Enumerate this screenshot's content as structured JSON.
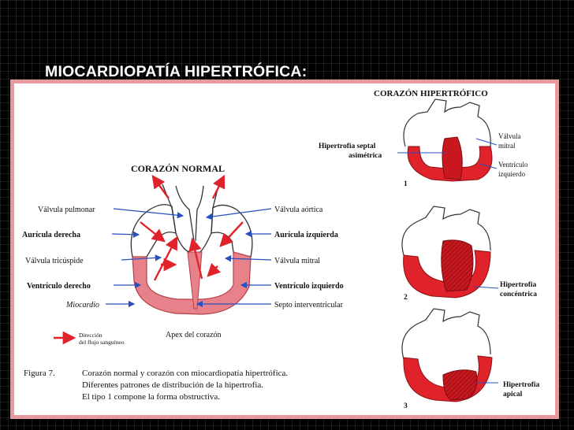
{
  "slide_title": "MIOCARDIOPATÍA HIPERTRÓFICA:",
  "normal": {
    "title": "CORAZÓN NORMAL",
    "labels_left": [
      "Válvula pulmonar",
      "Aurícula derecha",
      "Válvula tricúspide",
      "Ventrículo derecho",
      "Miocardio"
    ],
    "labels_right": [
      "Válvula aórtica",
      "Aurícula izquierda",
      "Válvula mitral",
      "Ventrículo izquierdo",
      "Septo interventricular"
    ],
    "apex": "Apex del corazón"
  },
  "legend": {
    "line1": "Dirección",
    "line2": "del flujo sanguíneo"
  },
  "caption": {
    "label": "Figura 7.",
    "line1": "Corazón normal y corazón con miocardiopatía hipertrófica.",
    "line2": "Diferentes patrones de distribución de la hipertrofia.",
    "line3": "El tipo 1 compone la forma obstructiva."
  },
  "hypertrophic": {
    "title": "CORAZÓN HIPERTRÓFICO",
    "h1_left_1": "Hipertrofia septal",
    "h1_left_2": "asimétrica",
    "h1_right": [
      "Válvula",
      "mitral",
      "Ventrículo",
      "izquierdo"
    ],
    "h2_right": [
      "Hipertrofia",
      "concéntrica"
    ],
    "h3_right": [
      "Hipertrofia",
      "apical"
    ],
    "numbers": [
      "1",
      "2",
      "3"
    ]
  },
  "colors": {
    "red": "#e0222b",
    "pink_border": "#e79ba1",
    "background": "#000000"
  }
}
